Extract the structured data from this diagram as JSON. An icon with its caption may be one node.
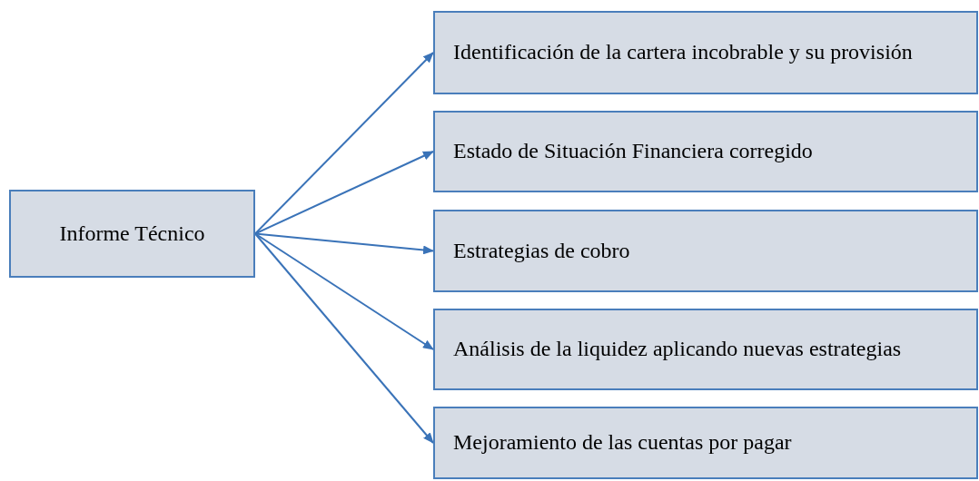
{
  "diagram": {
    "nodes": [
      {
        "text": [
          "Informe Técnico"
        ]
      },
      {
        "text": [
          "Identificación de la cartera incobrable y su provisión"
        ]
      },
      {
        "text": [
          "Estado de Situación Financiera corregido"
        ]
      },
      {
        "text": [
          "Estrategias de cobro"
        ]
      },
      {
        "text": [
          "Análisis de la liquidez aplicando nuevas estrategias"
        ]
      },
      {
        "text": [
          "Mejoramiento de las cuentas por pagar"
        ]
      }
    ],
    "edges": [
      {
        "from": 0,
        "to": 1,
        "arrow": "to"
      },
      {
        "from": 0,
        "to": 2,
        "arrow": "to"
      },
      {
        "from": 0,
        "to": 3,
        "arrow": "to"
      },
      {
        "from": 0,
        "to": 4,
        "arrow": "to"
      },
      {
        "from": 0,
        "to": 5,
        "arrow": "to"
      }
    ]
  }
}
